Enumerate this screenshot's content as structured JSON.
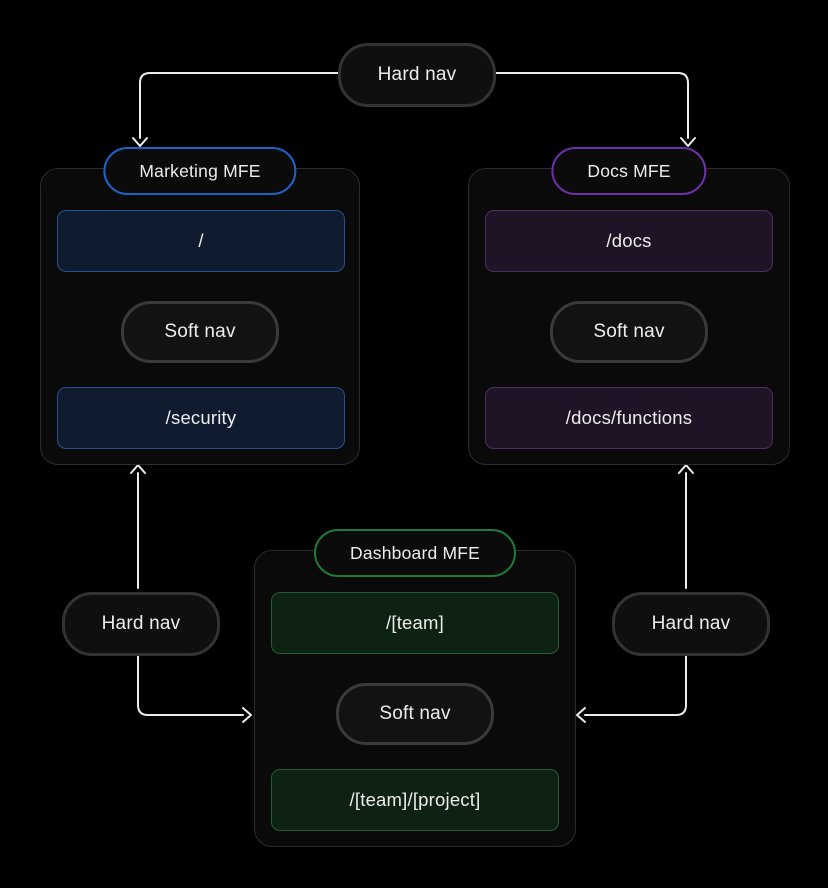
{
  "canvas": {
    "background": "#000000",
    "arrow_color": "#ededed"
  },
  "connectors": {
    "top_hard_nav_label": "Hard nav",
    "left_hard_nav_label": "Hard nav",
    "right_hard_nav_label": "Hard nav"
  },
  "mfes": {
    "marketing": {
      "title": "Marketing MFE",
      "accent": "#1e63c4",
      "route_fill": "#0f1b2e",
      "route_border": "#23518f",
      "route_top": "/",
      "soft_nav_label": "Soft nav",
      "route_bottom": "/security"
    },
    "docs": {
      "title": "Docs MFE",
      "accent": "#6e30a8",
      "route_fill": "#1f1425",
      "route_border": "#4f2d63",
      "route_top": "/docs",
      "soft_nav_label": "Soft nav",
      "route_bottom": "/docs/functions"
    },
    "dashboard": {
      "title": "Dashboard MFE",
      "accent": "#1e7a38",
      "route_fill": "#0d2213",
      "route_border": "#265c33",
      "route_top": "/[team]",
      "soft_nav_label": "Soft nav",
      "route_bottom": "/[team]/[project]"
    }
  }
}
